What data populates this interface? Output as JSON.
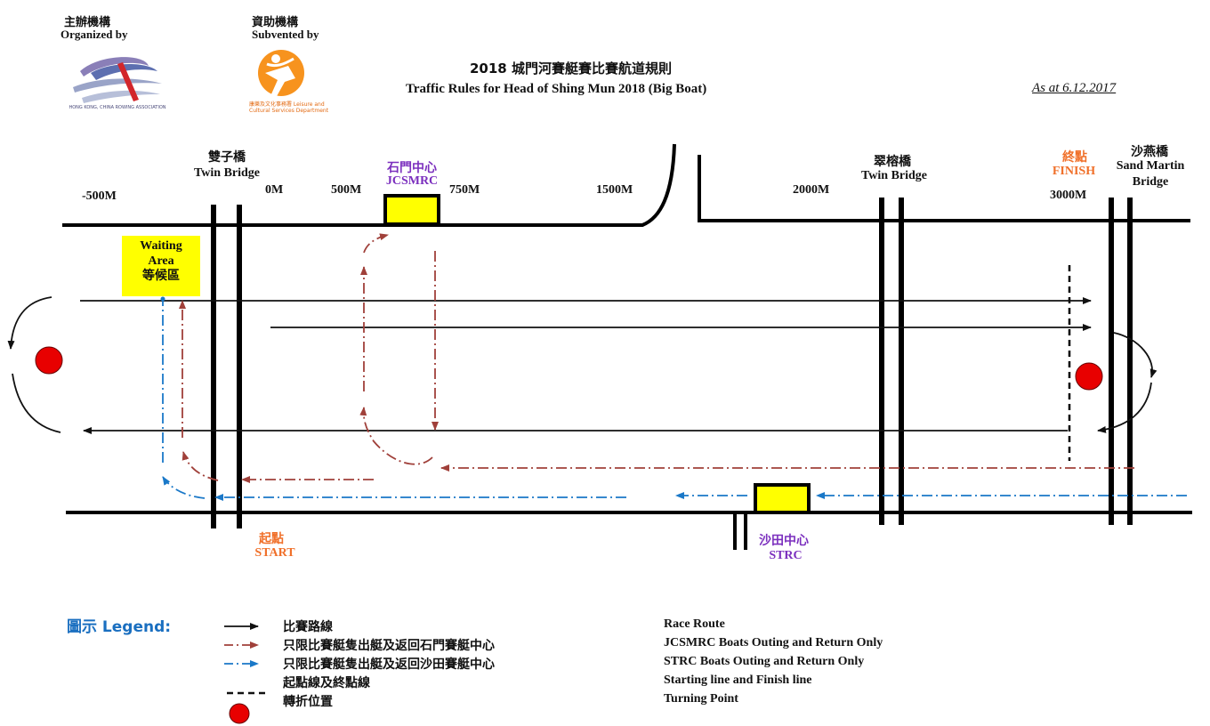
{
  "header": {
    "organizer_zh": "主辦機構",
    "organizer_en": "Organized by",
    "organizer_logo_text": "HONG KONG, CHINA ROWING ASSOCIATION",
    "sponsor_zh": "資助機構",
    "sponsor_en": "Subvented by",
    "sponsor_logo_text": "康樂及文化事務署 Leisure and Cultural Services Department",
    "title_zh": "2018  城門河賽艇賽比賽航道規則",
    "title_en": "Traffic Rules for Head of Shing Mun 2018 (Big Boat)",
    "as_at": "As at 6.12.2017"
  },
  "map": {
    "twin_bridge_left_zh": "雙子橋",
    "twin_bridge_left_en": "Twin Bridge",
    "jcsmrc_zh": "石門中心",
    "jcsmrc_en": "JCSMRC",
    "twin_bridge_right_zh": "翠榕橋",
    "twin_bridge_right_en": "Twin Bridge",
    "finish_zh": "終點",
    "finish_en": "FINISH",
    "sand_martin_zh": "沙燕橋",
    "sand_martin_en_1": "Sand Martin",
    "sand_martin_en_2": "Bridge",
    "distances": [
      "-500M",
      "0M",
      "500M",
      "750M",
      "1500M",
      "2000M",
      "3000M"
    ],
    "waiting_en_1": "Waiting",
    "waiting_en_2": "Area",
    "waiting_zh": "等候區",
    "start_zh": "起點",
    "start_en": "START",
    "strc_zh": "沙田中心",
    "strc_en": "STRC"
  },
  "colors": {
    "race": "#111111",
    "jcsmrc_route": "#a0403a",
    "strc_route": "#1a78c8",
    "center_box": "#ffff00",
    "turning_point": "#e80000"
  },
  "legend": {
    "title": "圖示  Legend:",
    "items": [
      {
        "icon": "solid-arrow-icon",
        "zh": "比賽路線",
        "en": "Race Route"
      },
      {
        "icon": "brown-dashdot-arrow-icon",
        "zh": "只限比賽艇隻出艇及返回石門賽艇中心",
        "en": "JCSMRC Boats Outing and Return Only"
      },
      {
        "icon": "blue-dashdot-arrow-icon",
        "zh": "只限比賽艇隻出艇及返回沙田賽艇中心",
        "en": "STRC Boats Outing and Return Only"
      },
      {
        "icon": "dashed-line-icon",
        "zh": "起點線及終點線",
        "en": "Starting line and Finish line"
      },
      {
        "icon": "red-dot-icon",
        "zh": "轉折位置",
        "en": "Turning Point"
      }
    ]
  }
}
